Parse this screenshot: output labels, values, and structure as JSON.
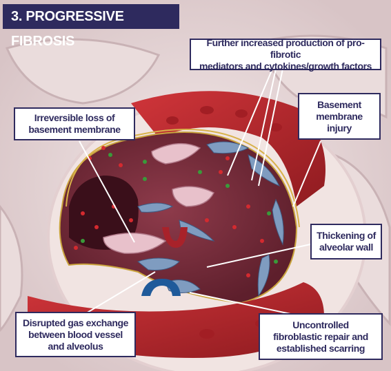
{
  "title": "3. PROGRESSIVE FIBROSIS",
  "labels": {
    "further_production": "Further increased production of pro-fibrotic\nmediators and cytokines/growth factors",
    "irreversible_loss": "Irreversible loss of\nbasement membrane",
    "basement_injury": "Basement\nmembrane injury",
    "thickening": "Thickening of\nalveolar wall",
    "disrupted_gas": "Disrupted gas exchange\nbetween blood vessel\nand alveolus",
    "uncontrolled_repair": "Uncontrolled\nfibroblastic repair and\nestablished scarring"
  },
  "colors": {
    "title_bg": "#2e2a5e",
    "callout_border": "#2e2a5e",
    "blood_vessel": "#b8262a",
    "alveolus_fill": "#7a2a3a",
    "fibroblast": "#6f8fb3",
    "background_tissue": "#e9dcdc"
  }
}
